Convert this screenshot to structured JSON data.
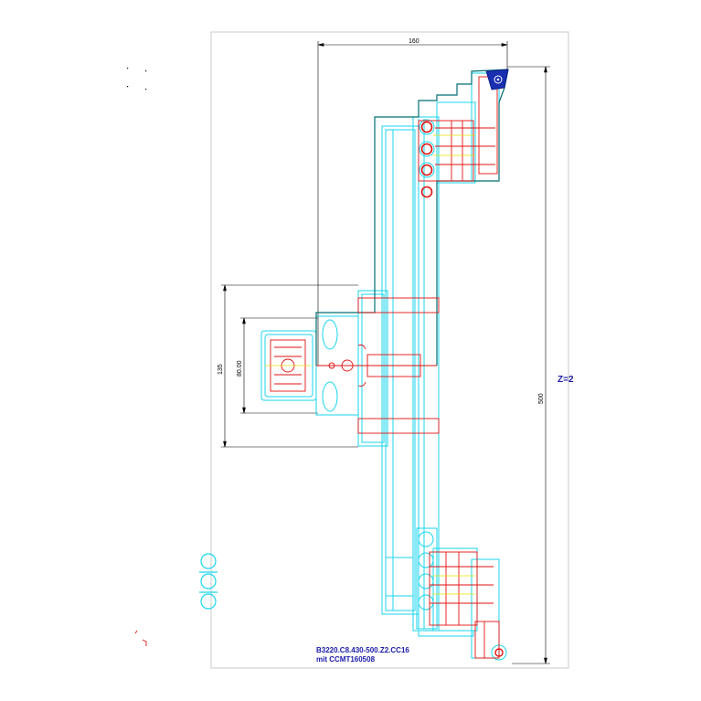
{
  "dimensions": {
    "top_width": "160",
    "height_total": "500",
    "hub_outer": "135",
    "hub_inner": "80.00"
  },
  "teeth_label": "Z=2",
  "part_label": {
    "line1": "B3220.C8.430-500.Z2.CC16",
    "line2": "mit CCMT160508"
  },
  "colors": {
    "cyan": "#18d6ee",
    "red": "#e21212",
    "teal": "#006f74",
    "dim": "#000000",
    "label_blue": "#1a1aa8",
    "insert_blue": "#1a2fb0",
    "yellow": "#e8e000"
  }
}
